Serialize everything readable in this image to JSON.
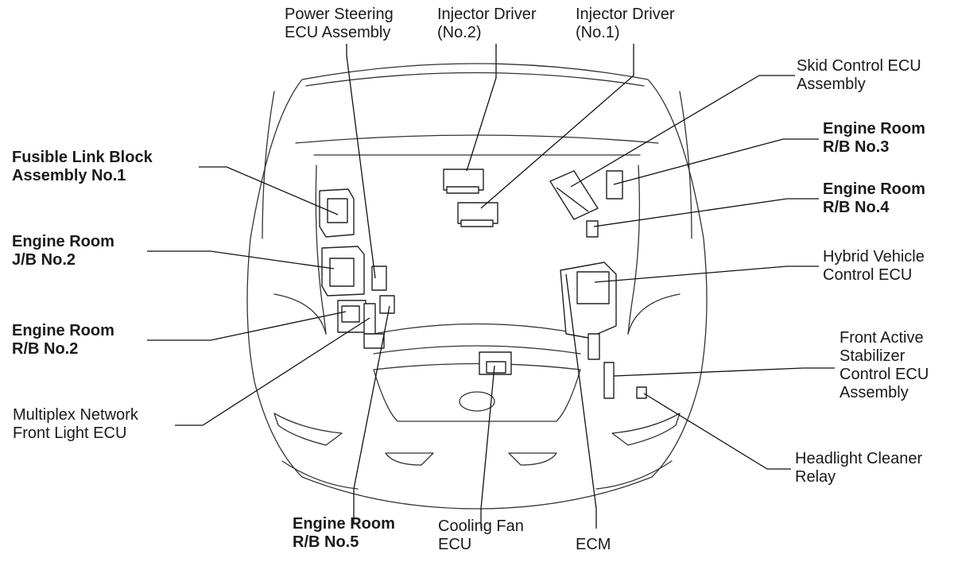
{
  "labels": {
    "power_steering": {
      "l1": "Power Steering",
      "l2": "ECU Assembly"
    },
    "injector2": {
      "l1": "Injector Driver",
      "l2": "(No.2)"
    },
    "injector1": {
      "l1": "Injector Driver",
      "l2": "(No.1)"
    },
    "skid_control": {
      "l1": "Skid Control ECU",
      "l2": "Assembly"
    },
    "er_rb3": {
      "l1": "Engine Room",
      "l2": "R/B No.3"
    },
    "er_rb4": {
      "l1": "Engine Room",
      "l2": "R/B No.4"
    },
    "hybrid_vehicle": {
      "l1": "Hybrid Vehicle",
      "l2": "Control ECU"
    },
    "front_active": {
      "l1": "Front Active",
      "l2": "Stabilizer",
      "l3": "Control ECU",
      "l4": "Assembly"
    },
    "headlight_cleaner": {
      "l1": "Headlight Cleaner",
      "l2": "Relay"
    },
    "fusible_link": {
      "l1": "Fusible Link Block",
      "l2": "Assembly No.1"
    },
    "er_jb2": {
      "l1": "Engine Room",
      "l2": "J/B No.2"
    },
    "er_rb2": {
      "l1": "Engine Room",
      "l2": "R/B No.2"
    },
    "multiplex": {
      "l1": "Multiplex Network",
      "l2": "Front Light ECU"
    },
    "er_rb5": {
      "l1": "Engine Room",
      "l2": "R/B No.5"
    },
    "cooling_fan": {
      "l1": "Cooling Fan",
      "l2": "ECU"
    },
    "ecm": {
      "l1": "ECM"
    }
  }
}
